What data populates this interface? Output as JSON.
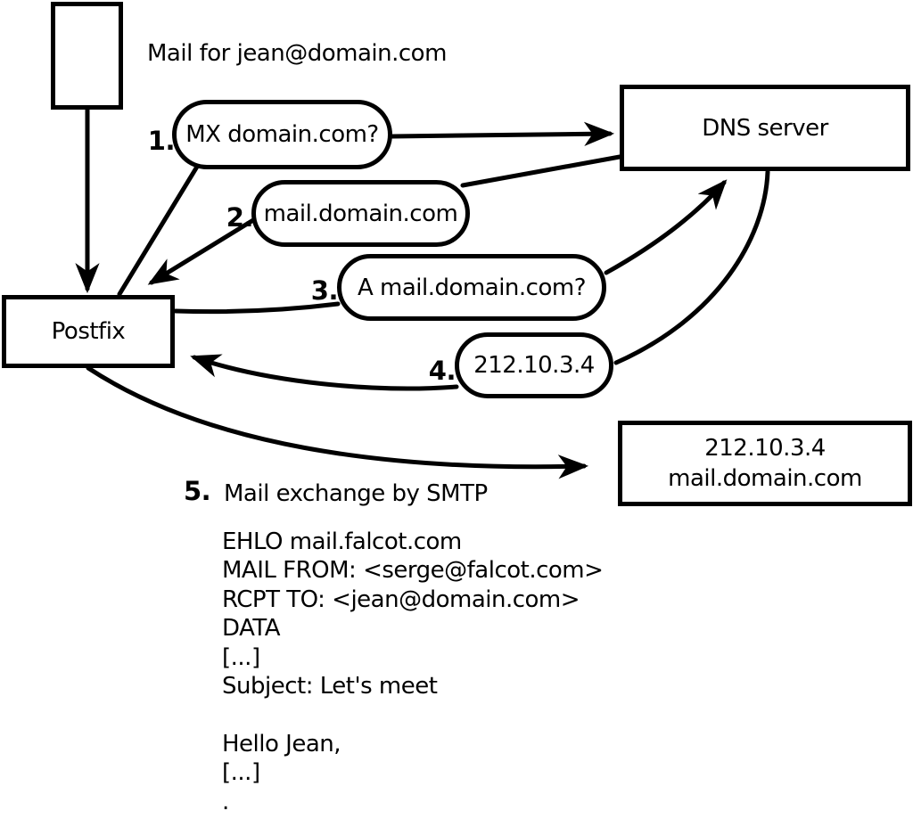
{
  "diagram": {
    "title": "Mail for jean@domain.com",
    "nodes": {
      "sender": "Postfix",
      "dns": "DNS server",
      "mail_server_ip": "212.10.3.4",
      "mail_server_host": "mail.domain.com"
    },
    "steps": [
      {
        "num": "1.",
        "label": "MX domain.com?"
      },
      {
        "num": "2.",
        "label": "mail.domain.com"
      },
      {
        "num": "3.",
        "label": "A mail.domain.com?"
      },
      {
        "num": "4.",
        "label": "212.10.3.4"
      },
      {
        "num": "5.",
        "label": "Mail exchange by SMTP"
      }
    ],
    "smtp_session": "EHLO mail.falcot.com\nMAIL FROM: <serge@falcot.com>\nRCPT TO: <jean@domain.com>\nDATA\n[...]\nSubject: Let's meet\n\nHello Jean,\n[...]\n."
  },
  "colors": {
    "line": "#000000",
    "background": "#ffffff"
  }
}
